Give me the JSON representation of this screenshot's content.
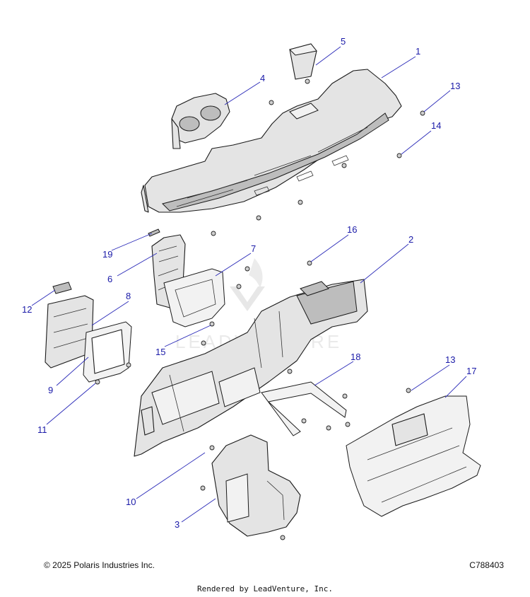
{
  "callouts": [
    "1",
    "2",
    "3",
    "4",
    "5",
    "6",
    "7",
    "8",
    "9",
    "10",
    "11",
    "12",
    "13",
    "13",
    "14",
    "15",
    "16",
    "17",
    "18",
    "19"
  ],
  "watermark": "LEADVENTURE",
  "footer": {
    "copyright": "© 2025 Polaris Industries Inc.",
    "diagram_code": "C788403",
    "rendered_by": "Rendered by LeadVenture, Inc."
  }
}
